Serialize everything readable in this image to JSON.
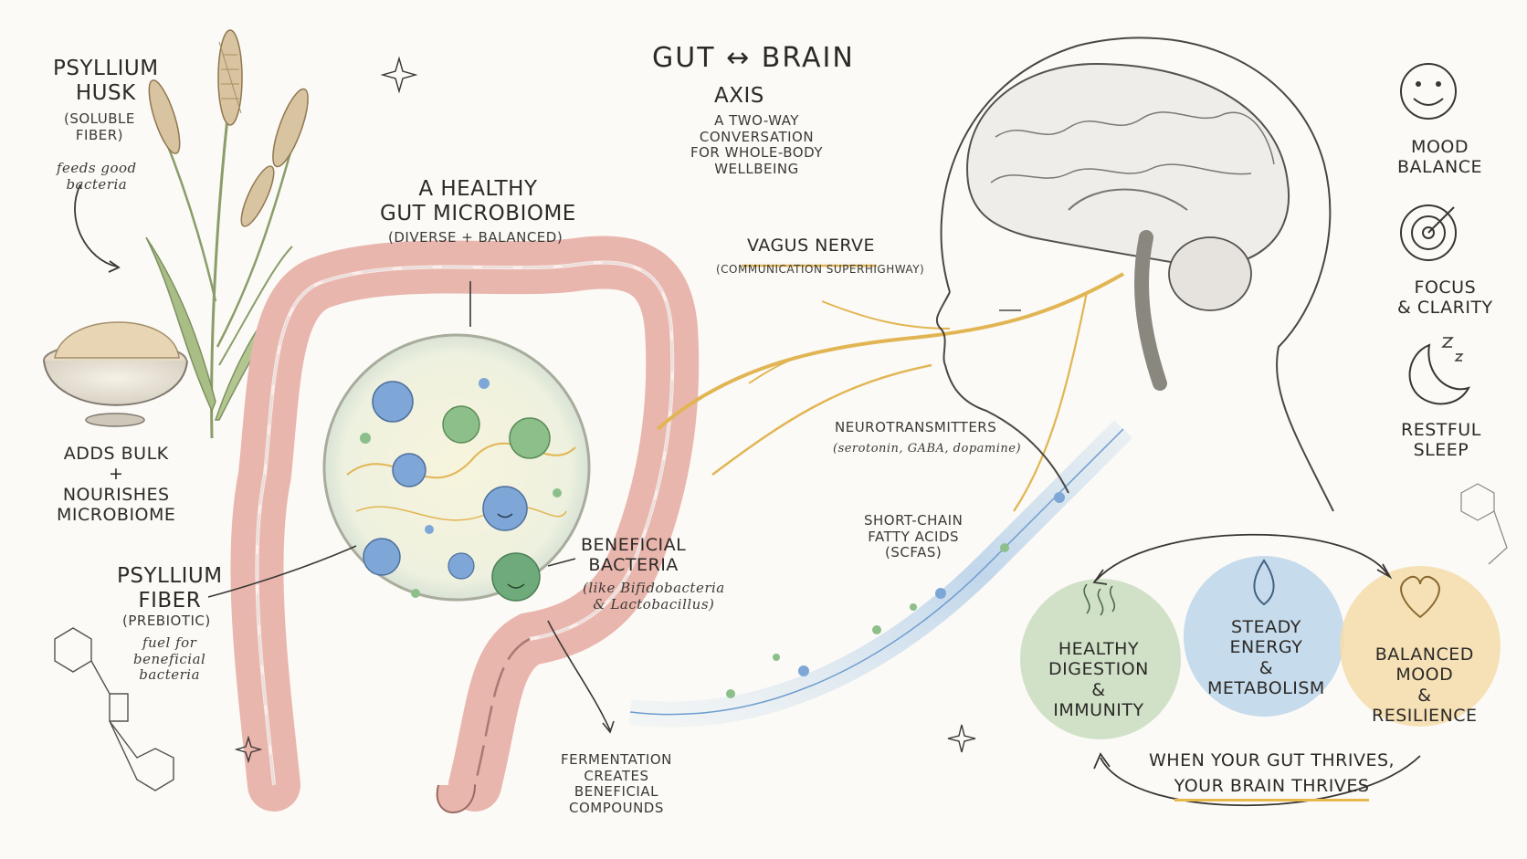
{
  "header": {
    "title": "GUT ↔ BRAIN",
    "title_sub": "AXIS",
    "tagline": [
      "A TWO-WAY",
      "CONVERSATION",
      "FOR WHOLE-BODY",
      "WELLBEING"
    ]
  },
  "psyllium_husk": {
    "title": [
      "PSYLLIUM",
      "HUSK"
    ],
    "subtitle": [
      "(SOLUBLE",
      "FIBER)"
    ],
    "note": [
      "feeds good",
      "bacteria"
    ]
  },
  "bulk_label": [
    "ADDS BULK",
    "+",
    "NOURISHES",
    "MICROBIOME"
  ],
  "microbiome": {
    "title": [
      "A HEALTHY",
      "GUT MICROBIOME"
    ],
    "subtitle": "(DIVERSE + BALANCED)"
  },
  "psyllium_fiber": {
    "title": [
      "PSYLLIUM",
      "FIBER"
    ],
    "subtitle": "(PREBIOTIC)",
    "note": [
      "fuel for",
      "beneficial",
      "bacteria"
    ]
  },
  "beneficial_bacteria": {
    "title": [
      "BENEFICIAL",
      "BACTERIA"
    ],
    "note": [
      "(like Bifidobacteria",
      "& Lactobacillus)"
    ]
  },
  "fermentation": [
    "FERMENTATION",
    "CREATES",
    "BENEFICIAL",
    "COMPOUNDS"
  ],
  "vagus": {
    "title": "VAGUS NERVE",
    "subtitle": "(COMMUNICATION SUPERHIGHWAY)"
  },
  "neurotransmitters": {
    "title": "NEUROTRANSMITTERS",
    "note": "(serotonin, GABA, dopamine)"
  },
  "scfa": [
    "SHORT-CHAIN",
    "FATTY ACIDS",
    "(SCFAS)"
  ],
  "benefits_right": [
    {
      "icon": "smiley-icon",
      "label": [
        "MOOD",
        "BALANCE"
      ]
    },
    {
      "icon": "target-icon",
      "label": [
        "FOCUS",
        "& CLARITY"
      ]
    },
    {
      "icon": "moon-sleep-icon",
      "label": [
        "RESTFUL",
        "SLEEP"
      ]
    }
  ],
  "outcomes": [
    {
      "icon": "intestine-icon",
      "label": [
        "HEALTHY",
        "DIGESTION",
        "&",
        "IMMUNITY"
      ],
      "color": "#c9dcc0"
    },
    {
      "icon": "flame-icon",
      "label": [
        "STEADY",
        "ENERGY",
        "&",
        "METABOLISM"
      ],
      "color": "#bcd5ea"
    },
    {
      "icon": "heart-icon",
      "label": [
        "BALANCED",
        "MOOD",
        "&",
        "RESILIENCE"
      ],
      "color": "#f4dcab"
    }
  ],
  "slogan": [
    "WHEN YOUR GUT THRIVES,",
    "YOUR BRAIN THRIVES"
  ],
  "colors": {
    "intestine": "#e9b6ad",
    "intestine_stroke": "#9a6a62",
    "nerve": "#e2b553",
    "bacteria_blue": "#7ea6d6",
    "bacteria_green": "#8cbf8a",
    "stream": "#a9c8e6"
  }
}
